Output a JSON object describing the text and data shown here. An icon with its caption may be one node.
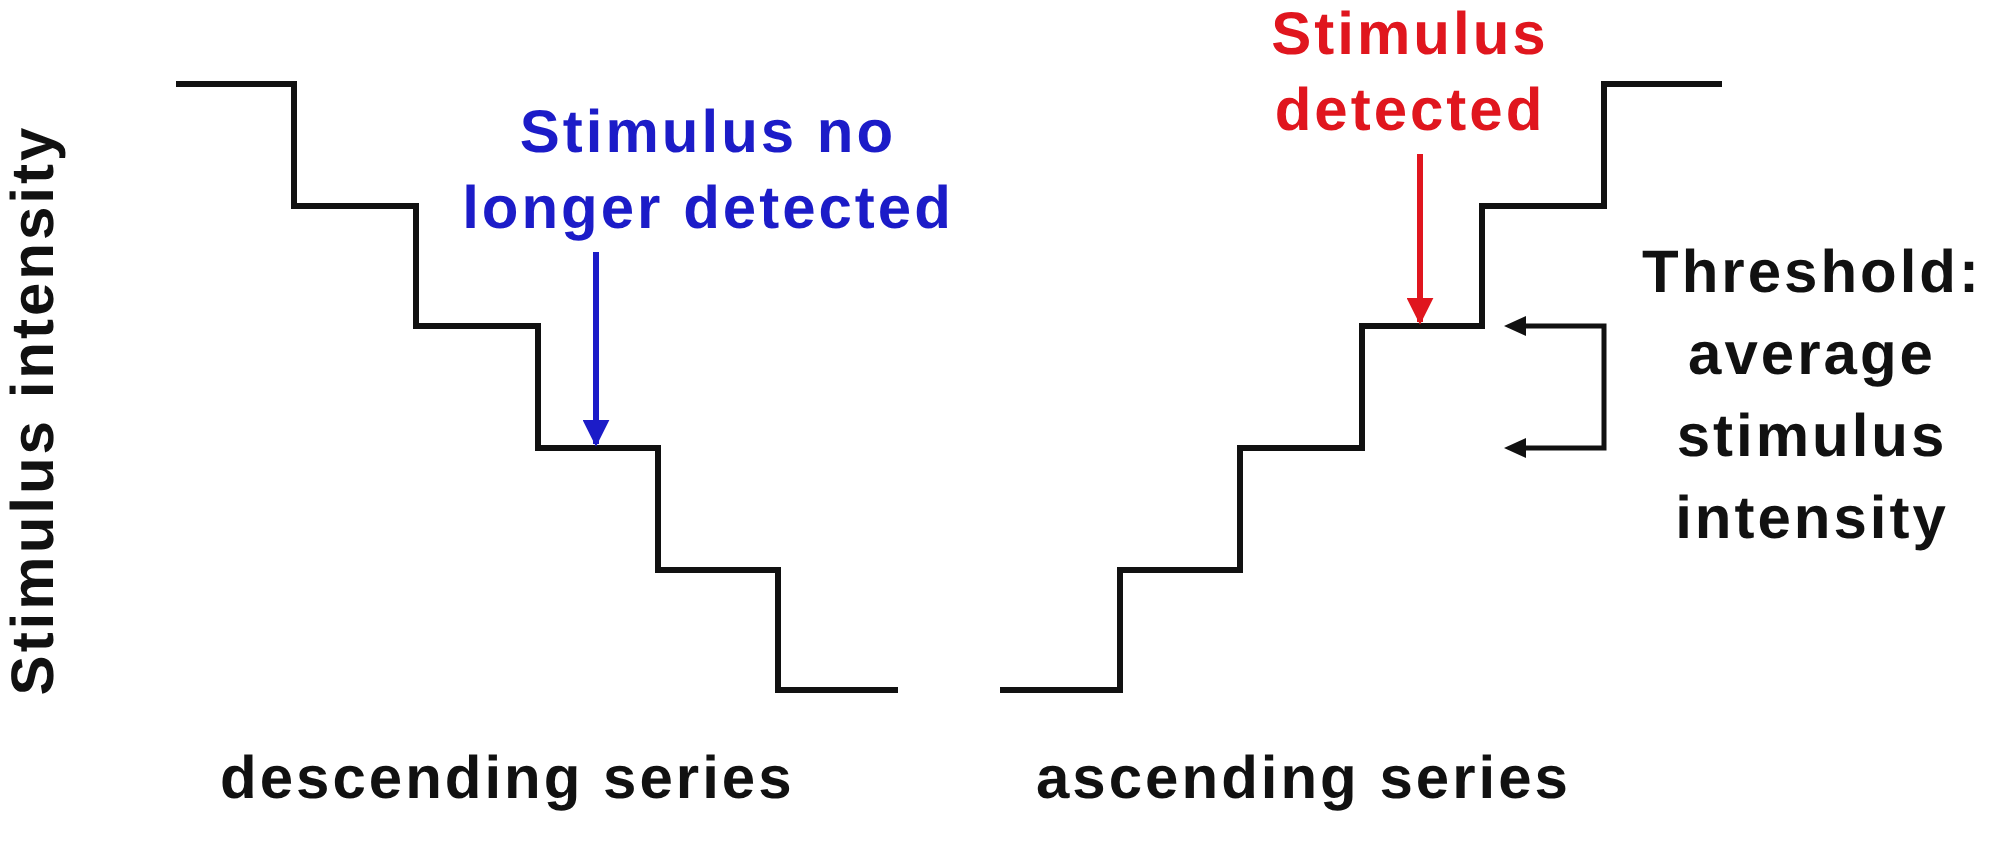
{
  "diagram": {
    "nodes": [
      {
        "text": [
          "Stimulus no longer detected"
        ]
      },
      {
        "text": [
          "Stimulus detected"
        ]
      }
    ],
    "edges": [
      {
        "from": 0,
        "to": null,
        "arrow": "to",
        "color": "#1c1cc8"
      },
      {
        "from": 1,
        "to": null,
        "arrow": "to",
        "color": "#e0161e"
      }
    ],
    "labels": [
      "Stimulus intensity",
      "Threshold: average stimulus intensity",
      "descending series",
      "ascending series"
    ]
  }
}
